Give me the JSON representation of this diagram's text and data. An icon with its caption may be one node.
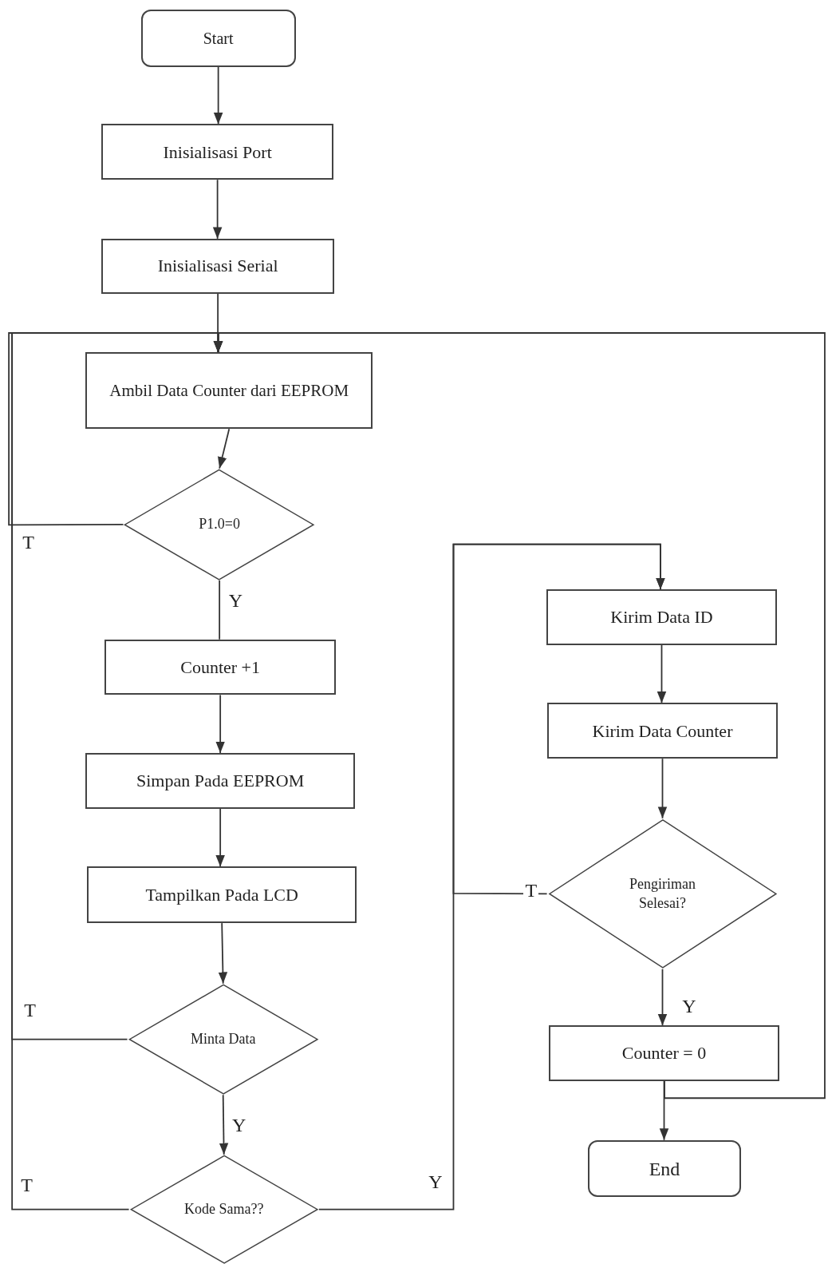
{
  "diagram": {
    "nodes": [
      {
        "text": [
          "Start"
        ]
      },
      {
        "text": [
          "Inisialisasi Port"
        ]
      },
      {
        "text": [
          "Inisialisasi Serial"
        ]
      },
      {
        "text": [
          "Ambil Data Counter dari EEPROM"
        ]
      },
      {
        "text": [
          "P1.0=0"
        ]
      },
      {
        "text": [
          "Counter +1"
        ]
      },
      {
        "text": [
          "Simpan Pada EEPROM"
        ]
      },
      {
        "text": [
          "Tampilkan Pada LCD"
        ]
      },
      {
        "text": [
          "Minta Data"
        ]
      },
      {
        "text": [
          "Kode Sama??"
        ]
      },
      {
        "text": [
          "Kirim Data ID"
        ]
      },
      {
        "text": [
          "Kirim Data Counter"
        ]
      },
      {
        "text": [
          "Pengiriman Selesai?"
        ]
      },
      {
        "text": [
          "Counter = 0"
        ]
      },
      {
        "text": [
          "End"
        ]
      }
    ],
    "edges": [
      {
        "from": 0,
        "to": 1,
        "arrow": "to"
      },
      {
        "from": 1,
        "to": 2,
        "arrow": "to"
      },
      {
        "from": 2,
        "to": 3,
        "arrow": "to"
      },
      {
        "from": 3,
        "to": 4,
        "arrow": "to"
      },
      {
        "from": 4,
        "to": 3,
        "arrow": "to",
        "label": "T"
      },
      {
        "from": 4,
        "to": 5,
        "arrow": "none",
        "label": "Y"
      },
      {
        "from": 5,
        "to": 6,
        "arrow": "to"
      },
      {
        "from": 6,
        "to": 7,
        "arrow": "to"
      },
      {
        "from": 7,
        "to": 8,
        "arrow": "to"
      },
      {
        "from": 8,
        "to": 3,
        "arrow": "to",
        "label": "T"
      },
      {
        "from": 8,
        "to": 9,
        "arrow": "to",
        "label": "Y"
      },
      {
        "from": 9,
        "to": 3,
        "arrow": "to",
        "label": "T"
      },
      {
        "from": 9,
        "to": 10,
        "arrow": "to",
        "label": "Y"
      },
      {
        "from": 10,
        "to": 11,
        "arrow": "to"
      },
      {
        "from": 11,
        "to": 12,
        "arrow": "to"
      },
      {
        "from": 12,
        "to": 10,
        "arrow": "to",
        "label": "T"
      },
      {
        "from": 12,
        "to": 13,
        "arrow": "to",
        "label": "Y"
      },
      {
        "from": 13,
        "to": 14,
        "arrow": "to"
      },
      {
        "from": 13,
        "to": 3,
        "arrow": "to"
      }
    ]
  }
}
